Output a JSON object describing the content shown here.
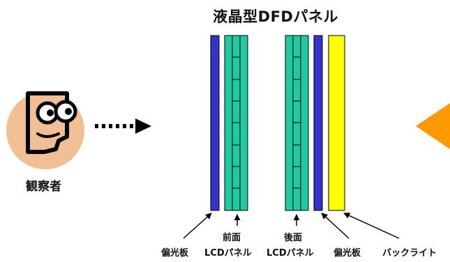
{
  "title": "液晶型DFDパネル",
  "observer": {
    "label": "観察者"
  },
  "labels": {
    "polarizer_left": "偏光板",
    "front_line1": "前面",
    "front_line2": "LCDパネル",
    "back_line1": "後面",
    "back_line2": "LCDパネル",
    "polarizer_right": "偏光板",
    "backlight": "バックライト"
  },
  "colors": {
    "polarizer": "#3333cc",
    "lcd_panel": "#22c9a0",
    "backlight": "#ffff00",
    "face": "#f2bf94",
    "light_source": "#ff9900",
    "stroke": "#000000"
  }
}
